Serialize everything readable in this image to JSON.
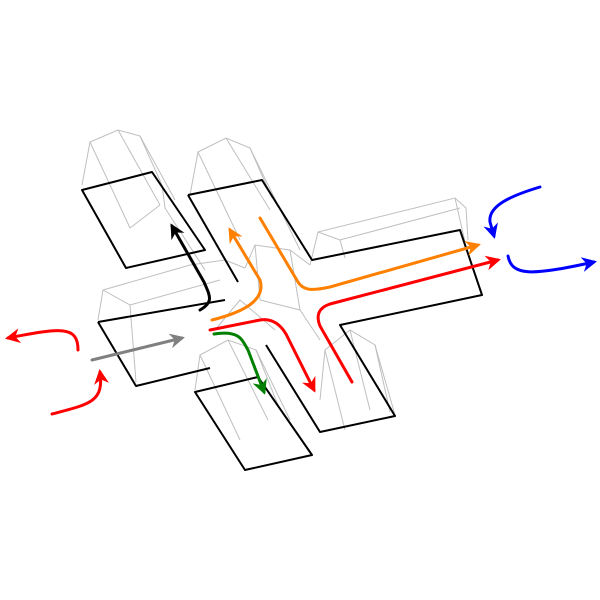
{
  "diagram": {
    "type": "3D isometric pipe junction with flow arrows",
    "colors": {
      "outline": "#000000",
      "wireframe": "#bfbfbf",
      "red": "#ff0000",
      "blue": "#0000ff",
      "orange": "#ff8000",
      "green": "#008000",
      "gray": "#808080",
      "black_arrow": "#000000"
    },
    "branches": [
      {
        "id": "west",
        "end_face": "rectangle"
      },
      {
        "id": "east",
        "end_face": "rectangle"
      },
      {
        "id": "northwest",
        "end_face": "rectangle"
      },
      {
        "id": "north",
        "end_face": "rectangle"
      },
      {
        "id": "south",
        "end_face": "rectangle"
      },
      {
        "id": "southeast",
        "end_face": "rectangle"
      }
    ],
    "flows": [
      {
        "id": "red-inlet-west",
        "color": "red"
      },
      {
        "id": "red-outlet-west",
        "color": "red"
      },
      {
        "id": "blue-inlet-east",
        "color": "blue"
      },
      {
        "id": "blue-outlet-east",
        "color": "blue"
      },
      {
        "id": "gray-inflow",
        "color": "gray"
      },
      {
        "id": "black-upward",
        "color": "black_arrow"
      },
      {
        "id": "orange-path",
        "color": "orange"
      },
      {
        "id": "red-internal-path",
        "color": "red"
      },
      {
        "id": "green-path",
        "color": "green"
      }
    ]
  }
}
